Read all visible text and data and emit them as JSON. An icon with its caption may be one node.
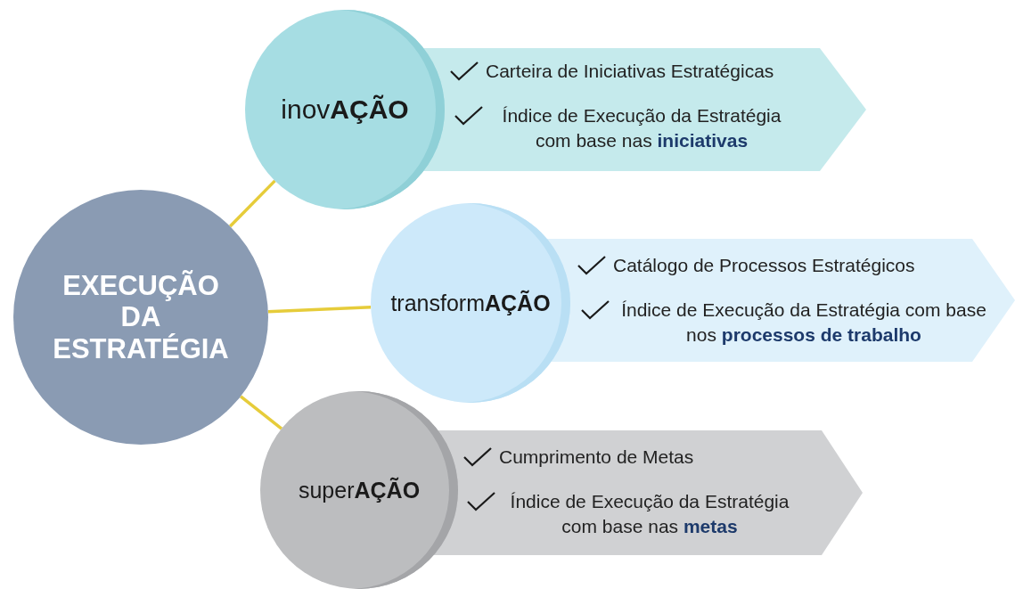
{
  "diagram": {
    "nodes": [
      {
        "text": [
          "EXECUÇÃO DA ESTRATÉGIA"
        ]
      },
      {
        "text": [
          "inov**AÇÃO**"
        ]
      },
      {
        "text": [
          "Carteira de Iniciativas Estratégicas",
          "Índice de Execução da Estratégia com base nas **iniciativas**"
        ]
      },
      {
        "text": [
          "transform**AÇÃO**"
        ]
      },
      {
        "text": [
          "Catálogo de Processos Estratégicos",
          "Índice de Execução da Estratégia com base nos **processos de trabalho**"
        ]
      },
      {
        "text": [
          "super**AÇÃO**"
        ]
      },
      {
        "text": [
          "Cumprimento de Metas",
          "Índice de Execução da Estratégia com base nas **metas**"
        ]
      }
    ],
    "edges": [
      {
        "from": 0,
        "to": 1,
        "arrow": "none"
      },
      {
        "from": 0,
        "to": 3,
        "arrow": "none"
      },
      {
        "from": 0,
        "to": 5,
        "arrow": "none"
      }
    ]
  }
}
